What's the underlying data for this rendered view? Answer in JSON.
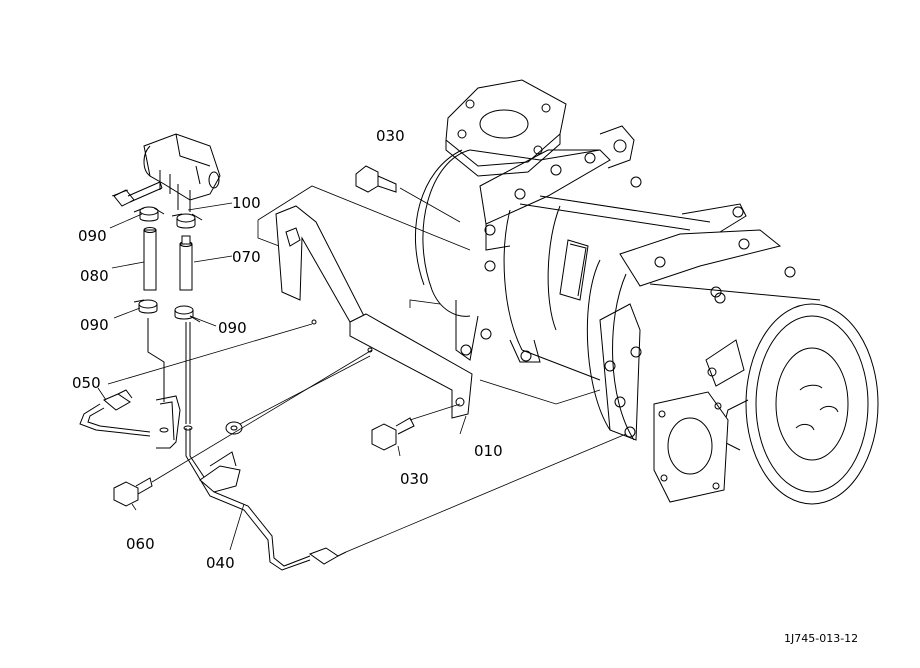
{
  "callouts": [
    {
      "id": "c030a",
      "text": "030"
    },
    {
      "id": "c100",
      "text": "100"
    },
    {
      "id": "c090a",
      "text": "090"
    },
    {
      "id": "c070",
      "text": "070"
    },
    {
      "id": "c080",
      "text": "080"
    },
    {
      "id": "c090b",
      "text": "090"
    },
    {
      "id": "c090c",
      "text": "090"
    },
    {
      "id": "c050",
      "text": "050"
    },
    {
      "id": "c010",
      "text": "010"
    },
    {
      "id": "c030b",
      "text": "030"
    },
    {
      "id": "c060",
      "text": "060"
    },
    {
      "id": "c040",
      "text": "040"
    }
  ],
  "reference_code": "1J745-013-12"
}
